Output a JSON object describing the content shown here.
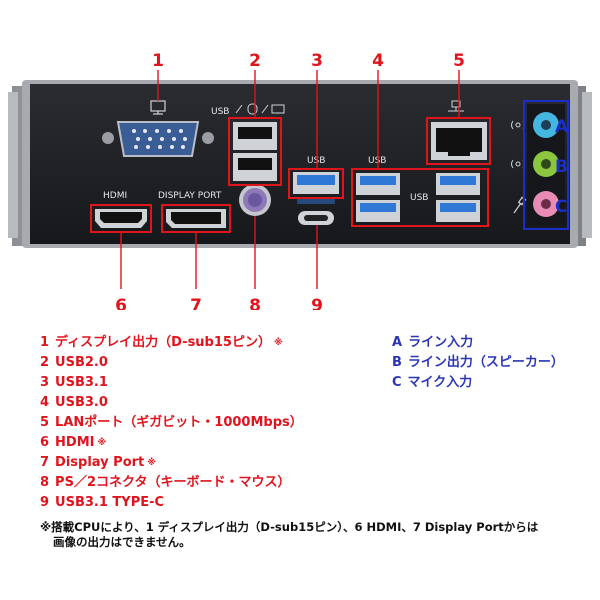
{
  "callouts": {
    "top": [
      "1",
      "2",
      "3",
      "4",
      "5"
    ],
    "bottom": [
      "6",
      "7",
      "8",
      "9"
    ],
    "audio": [
      "A",
      "B",
      "C"
    ]
  },
  "panel_labels": {
    "hdmi": "HDMI",
    "display_port": "DISPLAY PORT",
    "usb2_header": "USB",
    "usb_ss": "USB",
    "usb_right_top": "USB",
    "usb_right_mid": "USB"
  },
  "legend_left": [
    {
      "num": "1",
      "text": "ディスプレイ出力（D-sub15ピン）",
      "mark": "※"
    },
    {
      "num": "2",
      "text": "USB2.0",
      "mark": ""
    },
    {
      "num": "3",
      "text": "USB3.1",
      "mark": ""
    },
    {
      "num": "4",
      "text": "USB3.0",
      "mark": ""
    },
    {
      "num": "5",
      "text": "LANポート（ギガビット・1000Mbps）",
      "mark": ""
    },
    {
      "num": "6",
      "text": "HDMI",
      "mark": "※"
    },
    {
      "num": "7",
      "text": "Display Port",
      "mark": "※"
    },
    {
      "num": "8",
      "text": "PS／2コネクタ（キーボード・マウス）",
      "mark": ""
    },
    {
      "num": "9",
      "text": "USB3.1 TYPE-C",
      "mark": ""
    }
  ],
  "legend_right": [
    {
      "num": "A",
      "text": "ライン入力"
    },
    {
      "num": "B",
      "text": "ライン出力（スピーカー）"
    },
    {
      "num": "C",
      "text": "マイク入力"
    }
  ],
  "note": {
    "line1": "※搭載CPUにより、1 ディスプレイ出力（D-sub15ピン）、6 HDMI、7 Display Portからは",
    "line2": "画像の出力はできません。"
  },
  "colors": {
    "callout_red": "#e0141b",
    "audio_blue": "#1a2fc9",
    "panel_dark": "#1d1f22",
    "usb3_blue": "#2f78d6",
    "jack_blue": "#45b6e0",
    "jack_green": "#8cc63f",
    "jack_pink": "#e88cb5",
    "ps2_purple": "#8e79b8"
  }
}
